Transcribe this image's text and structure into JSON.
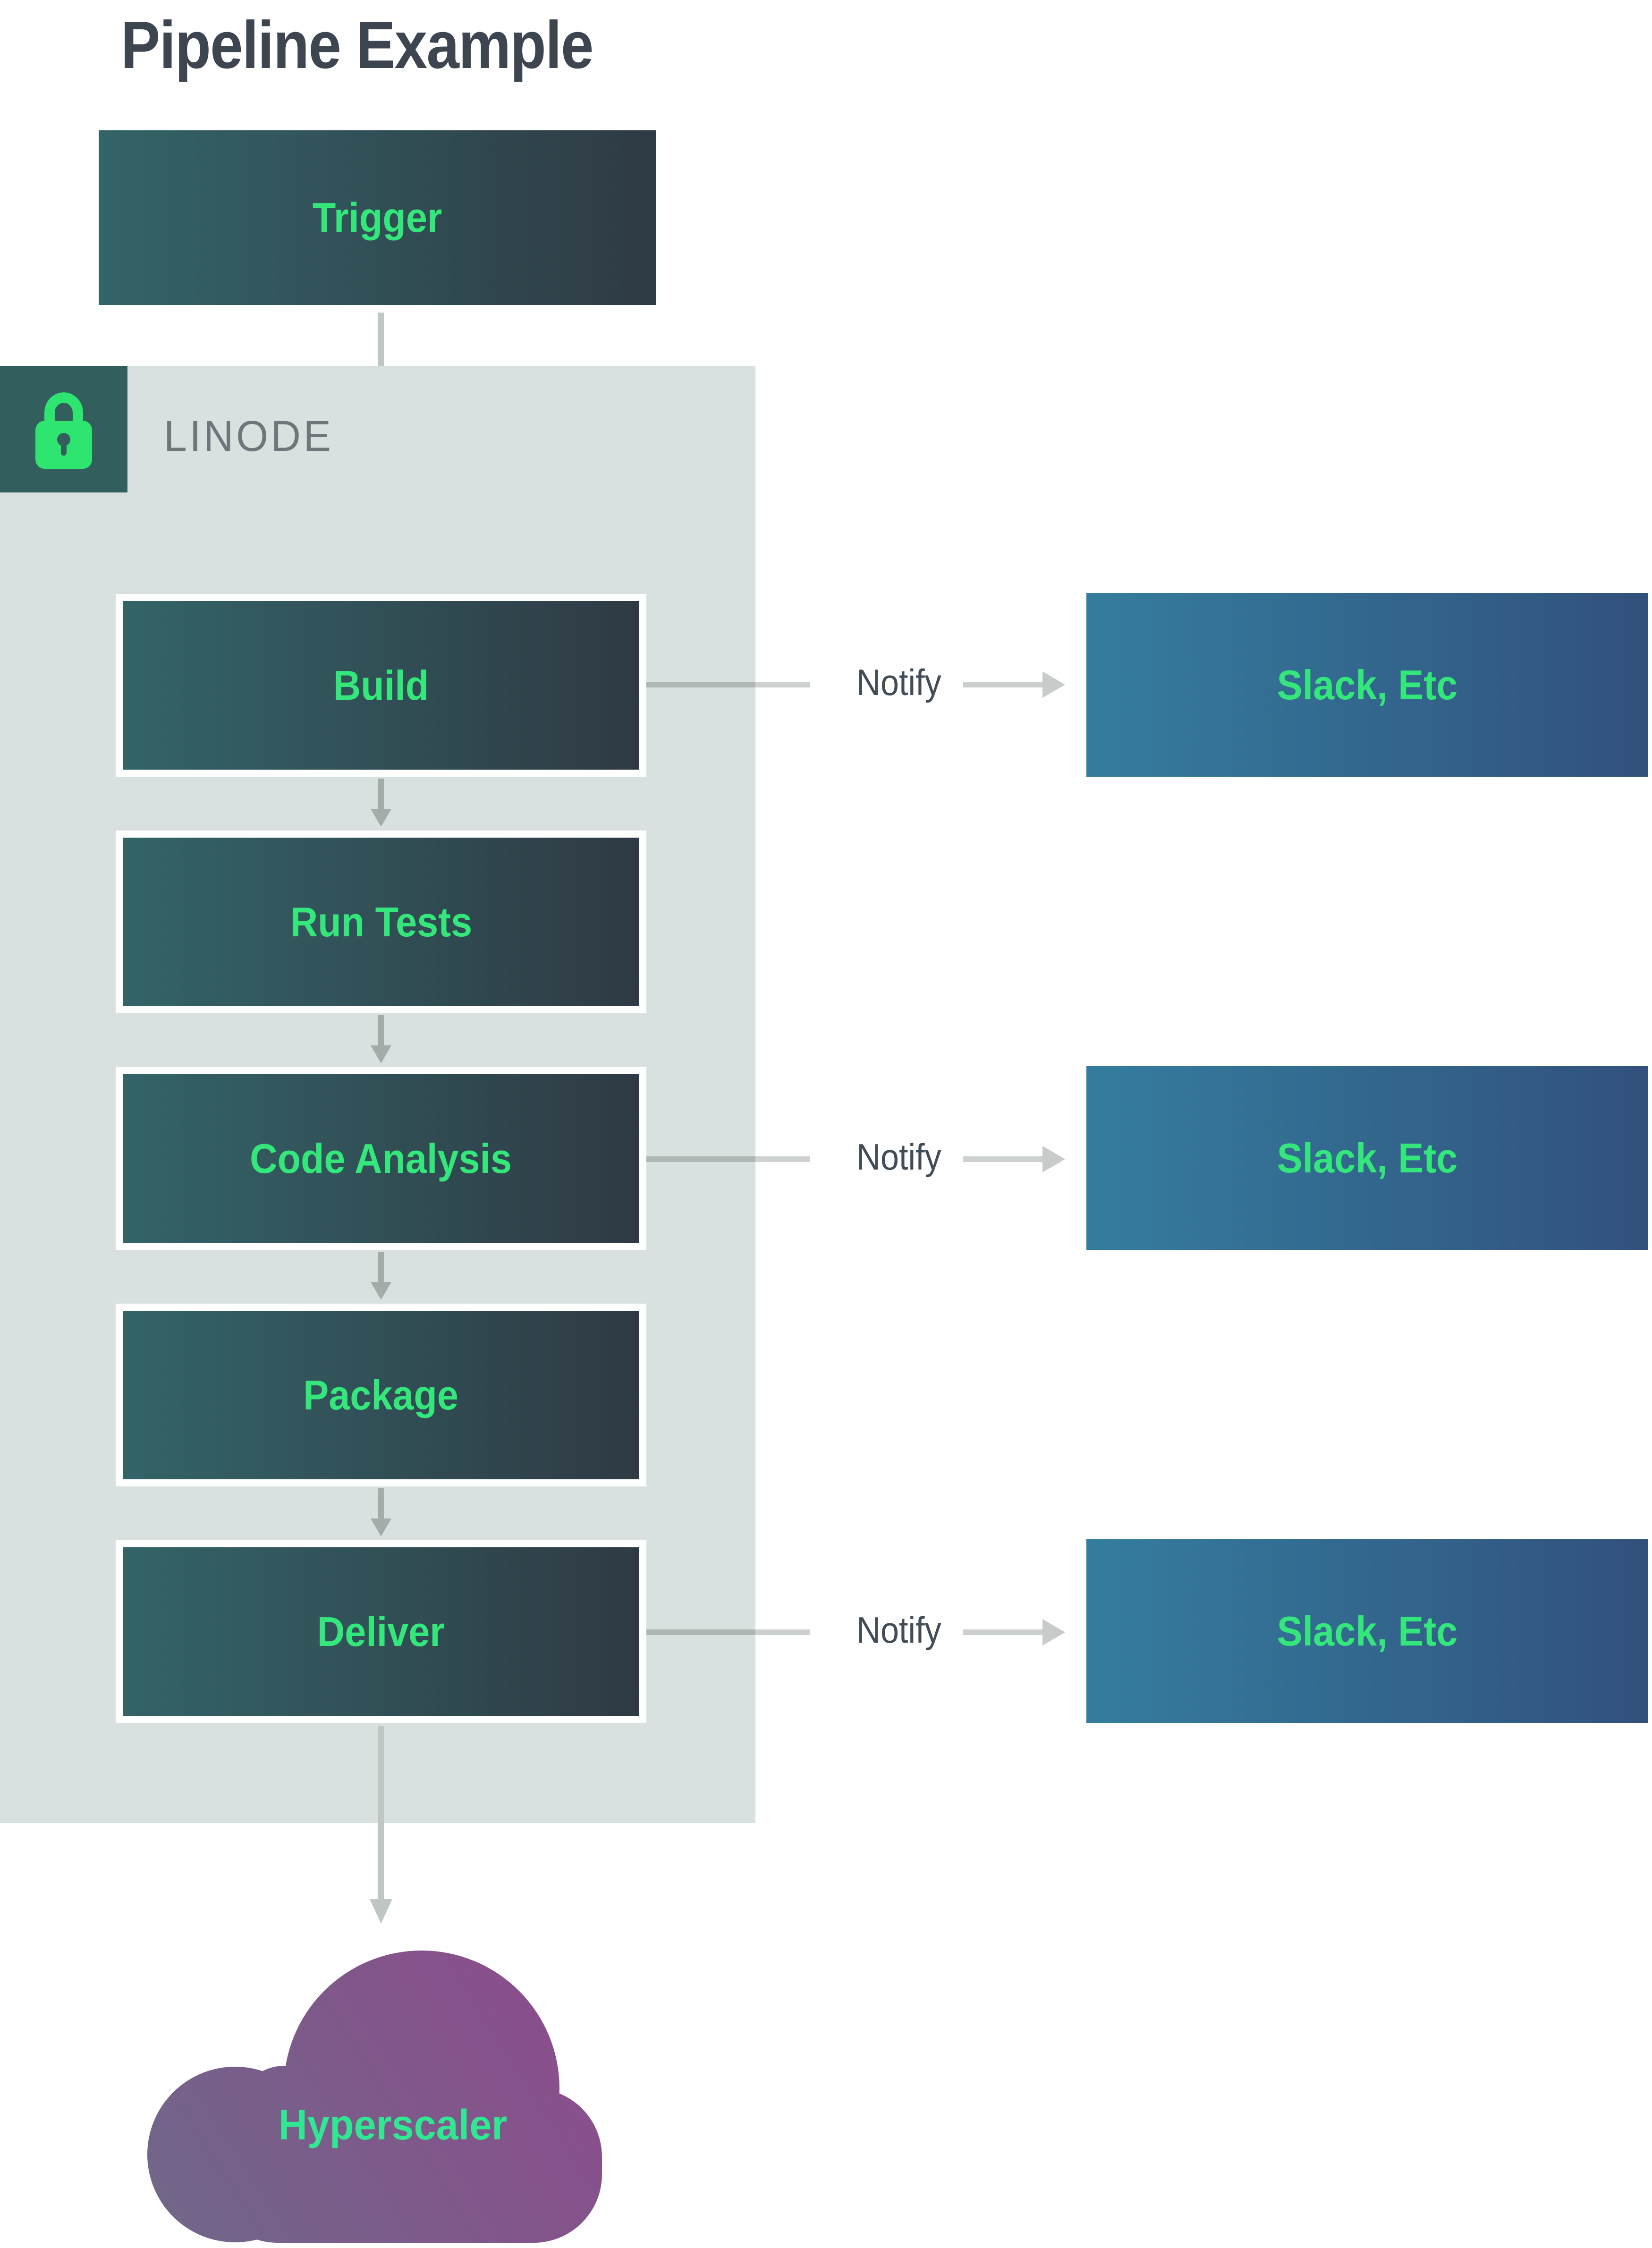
{
  "title": "Pipeline Example",
  "trigger": {
    "label": "Trigger"
  },
  "platform": {
    "name": "LINODE",
    "icon": "lock-icon"
  },
  "pipeline": {
    "steps": [
      {
        "label": "Build",
        "notify": "Notify",
        "target": "Slack, Etc"
      },
      {
        "label": "Run Tests"
      },
      {
        "label": "Code Analysis",
        "notify": "Notify",
        "target": "Slack, Etc"
      },
      {
        "label": "Package"
      },
      {
        "label": "Deliver",
        "notify": "Notify",
        "target": "Slack, Etc"
      }
    ]
  },
  "destination": {
    "label": "Hyperscaler"
  },
  "colors": {
    "accent_green": "#34e77b",
    "hyperscaler_green": "#30e792",
    "lock_green": "#2ee66f",
    "box_gradient_start": "#336468",
    "box_gradient_end": "#2f3a44",
    "slack_gradient_start": "#347d9f",
    "slack_gradient_end": "#32517c",
    "cloud_gradient_start": "#6f6889",
    "cloud_gradient_end": "#8e4a8c",
    "container_bg": "#d9e1e0",
    "badge_bg": "#325f5d",
    "title_color": "#3d4650",
    "notify_text_color": "#414c56",
    "linode_text_color": "#6d767a",
    "arrow_gray": "#bfc6c4"
  }
}
